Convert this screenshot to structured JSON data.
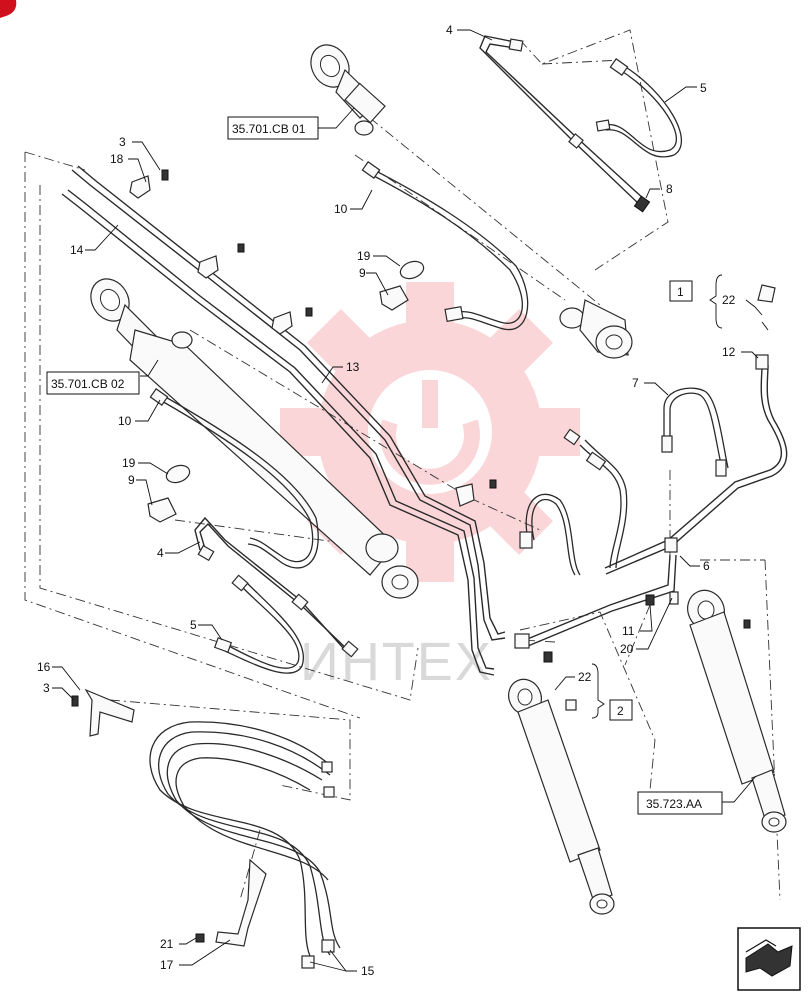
{
  "watermark": {
    "text": "ИНТЕХ",
    "color": "#f04a55"
  },
  "corner_mark": {
    "color": "#d0101c"
  },
  "refs": {
    "cb01": "35.701.CB 01",
    "cb02": "35.701.CB 02",
    "aa": "35.723.AA",
    "box1": "1",
    "box2": "2"
  },
  "callouts": {
    "c4_top": "4",
    "c5_top": "5",
    "c8": "8",
    "c3_top": "3",
    "c18": "18",
    "c14": "14",
    "c10_top": "10",
    "c19_top": "19",
    "c9_top": "9",
    "c13": "13",
    "c22_top": "22",
    "c12": "12",
    "c7": "7",
    "c10_mid": "10",
    "c19_mid": "19",
    "c9_mid": "9",
    "c4_mid": "4",
    "c5_mid": "5",
    "c6": "6",
    "c11": "11",
    "c20": "20",
    "c22_mid": "22",
    "c16": "16",
    "c3_low": "3",
    "c21": "21",
    "c17": "17",
    "c15": "15"
  },
  "icons": {
    "nav": "arrow-box-icon"
  }
}
